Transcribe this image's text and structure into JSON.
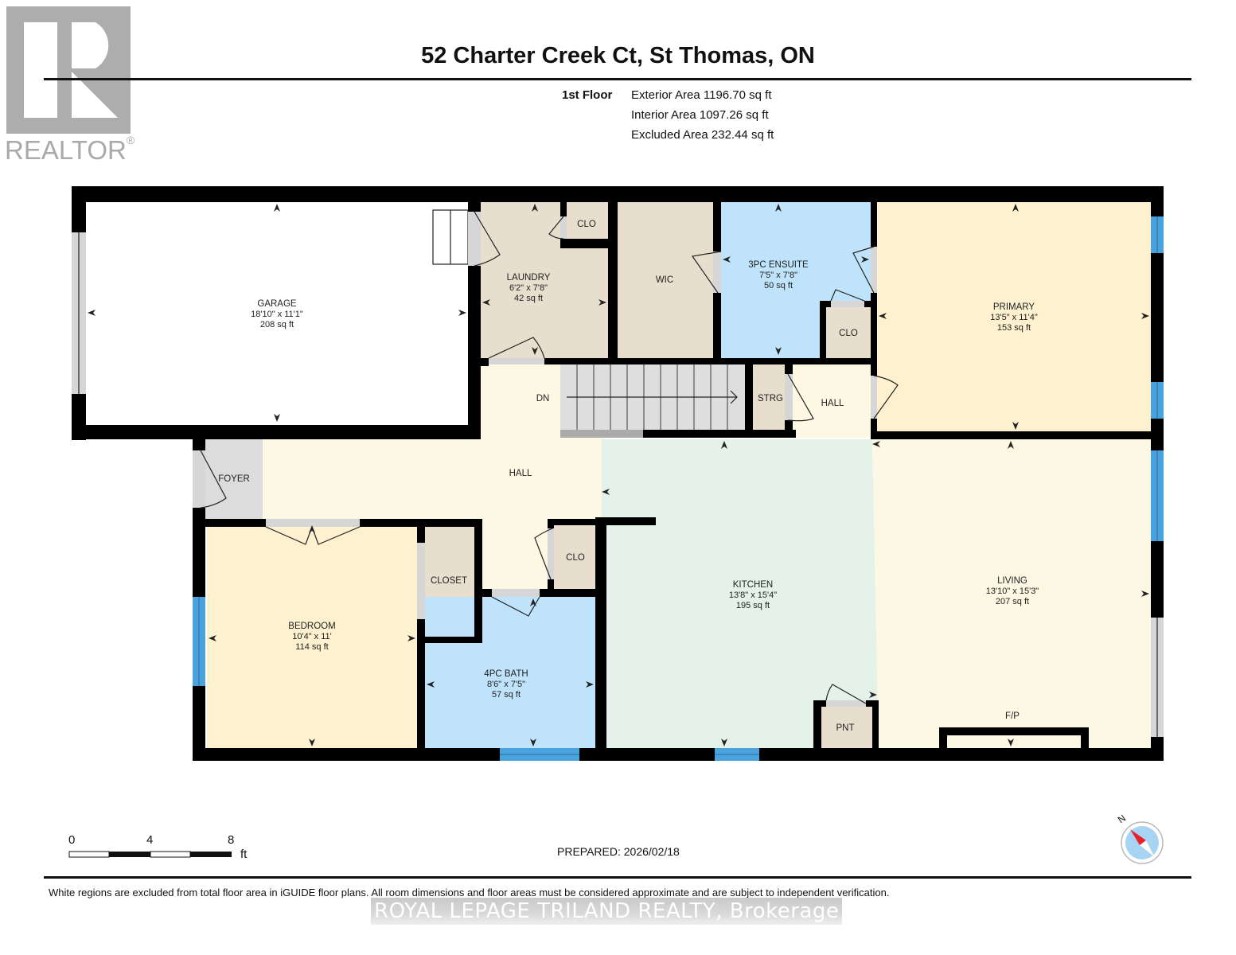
{
  "logo": {
    "icon": "realtor-r-logo",
    "wordmark": "REALTOR",
    "registered": "®"
  },
  "header": {
    "title": "52 Charter Creek Ct, St Thomas, ON",
    "floor": "1st Floor",
    "areas": [
      "Exterior Area 1196.70 sq ft",
      "Interior Area 1097.26 sq ft",
      "Excluded Area 232.44 sq ft"
    ]
  },
  "colors": {
    "wall": "#000000",
    "garage": "#ffffff",
    "utility_tan": "#e8dece",
    "bath_blue": "#bfe3fa",
    "bedroom_yellow": "#fdf1cf",
    "hall_cream": "#fdf8e4",
    "kitchen_mint": "#e4f2ea",
    "foyer_gray": "#dcdcdc",
    "stairs_gray": "#dedede",
    "window_blue": "#4aa3dc",
    "compass_red": "#e8202a",
    "compass_blue": "#a8d4f4"
  },
  "rooms": [
    {
      "id": "garage",
      "name": "GARAGE",
      "dims": "18'10\" x 11'1\"",
      "area": "208 sq ft"
    },
    {
      "id": "laundry",
      "name": "LAUNDRY",
      "dims": "6'2\" x 7'8\"",
      "area": "42 sq ft"
    },
    {
      "id": "laundry-clo",
      "name": "CLO"
    },
    {
      "id": "wic",
      "name": "WIC"
    },
    {
      "id": "ensuite",
      "name": "3PC ENSUITE",
      "dims": "7'5\" x 7'8\"",
      "area": "50 sq ft"
    },
    {
      "id": "ensuite-clo",
      "name": "CLO"
    },
    {
      "id": "primary",
      "name": "PRIMARY",
      "dims": "13'5\" x 11'4\"",
      "area": "153 sq ft"
    },
    {
      "id": "stairs",
      "name": "DN"
    },
    {
      "id": "strg",
      "name": "STRG"
    },
    {
      "id": "hall-upper",
      "name": "HALL"
    },
    {
      "id": "foyer",
      "name": "FOYER"
    },
    {
      "id": "hall-main",
      "name": "HALL"
    },
    {
      "id": "bedroom",
      "name": "BEDROOM",
      "dims": "10'4\" x 11'",
      "area": "114 sq ft"
    },
    {
      "id": "closet",
      "name": "CLOSET"
    },
    {
      "id": "hall-clo",
      "name": "CLO"
    },
    {
      "id": "bath",
      "name": "4PC BATH",
      "dims": "8'6\" x 7'5\"",
      "area": "57 sq ft"
    },
    {
      "id": "kitchen",
      "name": "KITCHEN",
      "dims": "13'8\" x 15'4\"",
      "area": "195 sq ft"
    },
    {
      "id": "pantry",
      "name": "PNT"
    },
    {
      "id": "living",
      "name": "LIVING",
      "dims": "13'10\" x 15'3\"",
      "area": "207 sq ft"
    },
    {
      "id": "fireplace",
      "name": "F/P"
    }
  ],
  "scale_bar": {
    "ticks": [
      "0",
      "4",
      "8"
    ],
    "unit": "ft"
  },
  "prepared": "PREPARED: 2026/02/18",
  "compass": {
    "label": "N",
    "icon": "north-compass-icon"
  },
  "footer": {
    "disclaimer": "White regions are excluded from total floor area in iGUIDE floor plans. All room dimensions and floor areas must be considered approximate and are subject to independent verification.",
    "watermark": "ROYAL LEPAGE TRILAND REALTY, Brokerage"
  }
}
